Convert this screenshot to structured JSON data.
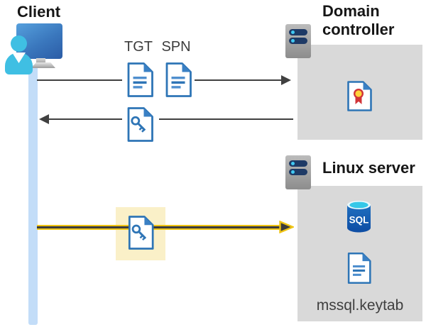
{
  "diagram": {
    "client": {
      "label": "Client"
    },
    "domain_controller": {
      "label": "Domain controller"
    },
    "linux_server": {
      "label": "Linux server"
    },
    "ticket_labels": {
      "tgt": "TGT",
      "spn": "SPN"
    },
    "sql_database": {
      "label": "SQL"
    },
    "keytab": {
      "label": "mssql.keytab"
    },
    "colors": {
      "document_blue": "#2E75B6",
      "arrow_gray": "#404040",
      "kerberos_yellow": "#EFC414",
      "highlight_yellow": "#FAF0C8",
      "box_gray": "#D9D9D9",
      "lifeline_blue": "#C3DDF8",
      "server_bar_navy": "#1E3A66",
      "server_dot_cyan": "#41C9F2",
      "certificate_red": "#D13438",
      "certificate_gold": "#FFD23B",
      "sql_top_cyan": "#35C8E8",
      "sql_body_blue": "#1766B8",
      "client_cyan": "#3FBFE3",
      "monitor_blue": "#3A77BD"
    }
  }
}
